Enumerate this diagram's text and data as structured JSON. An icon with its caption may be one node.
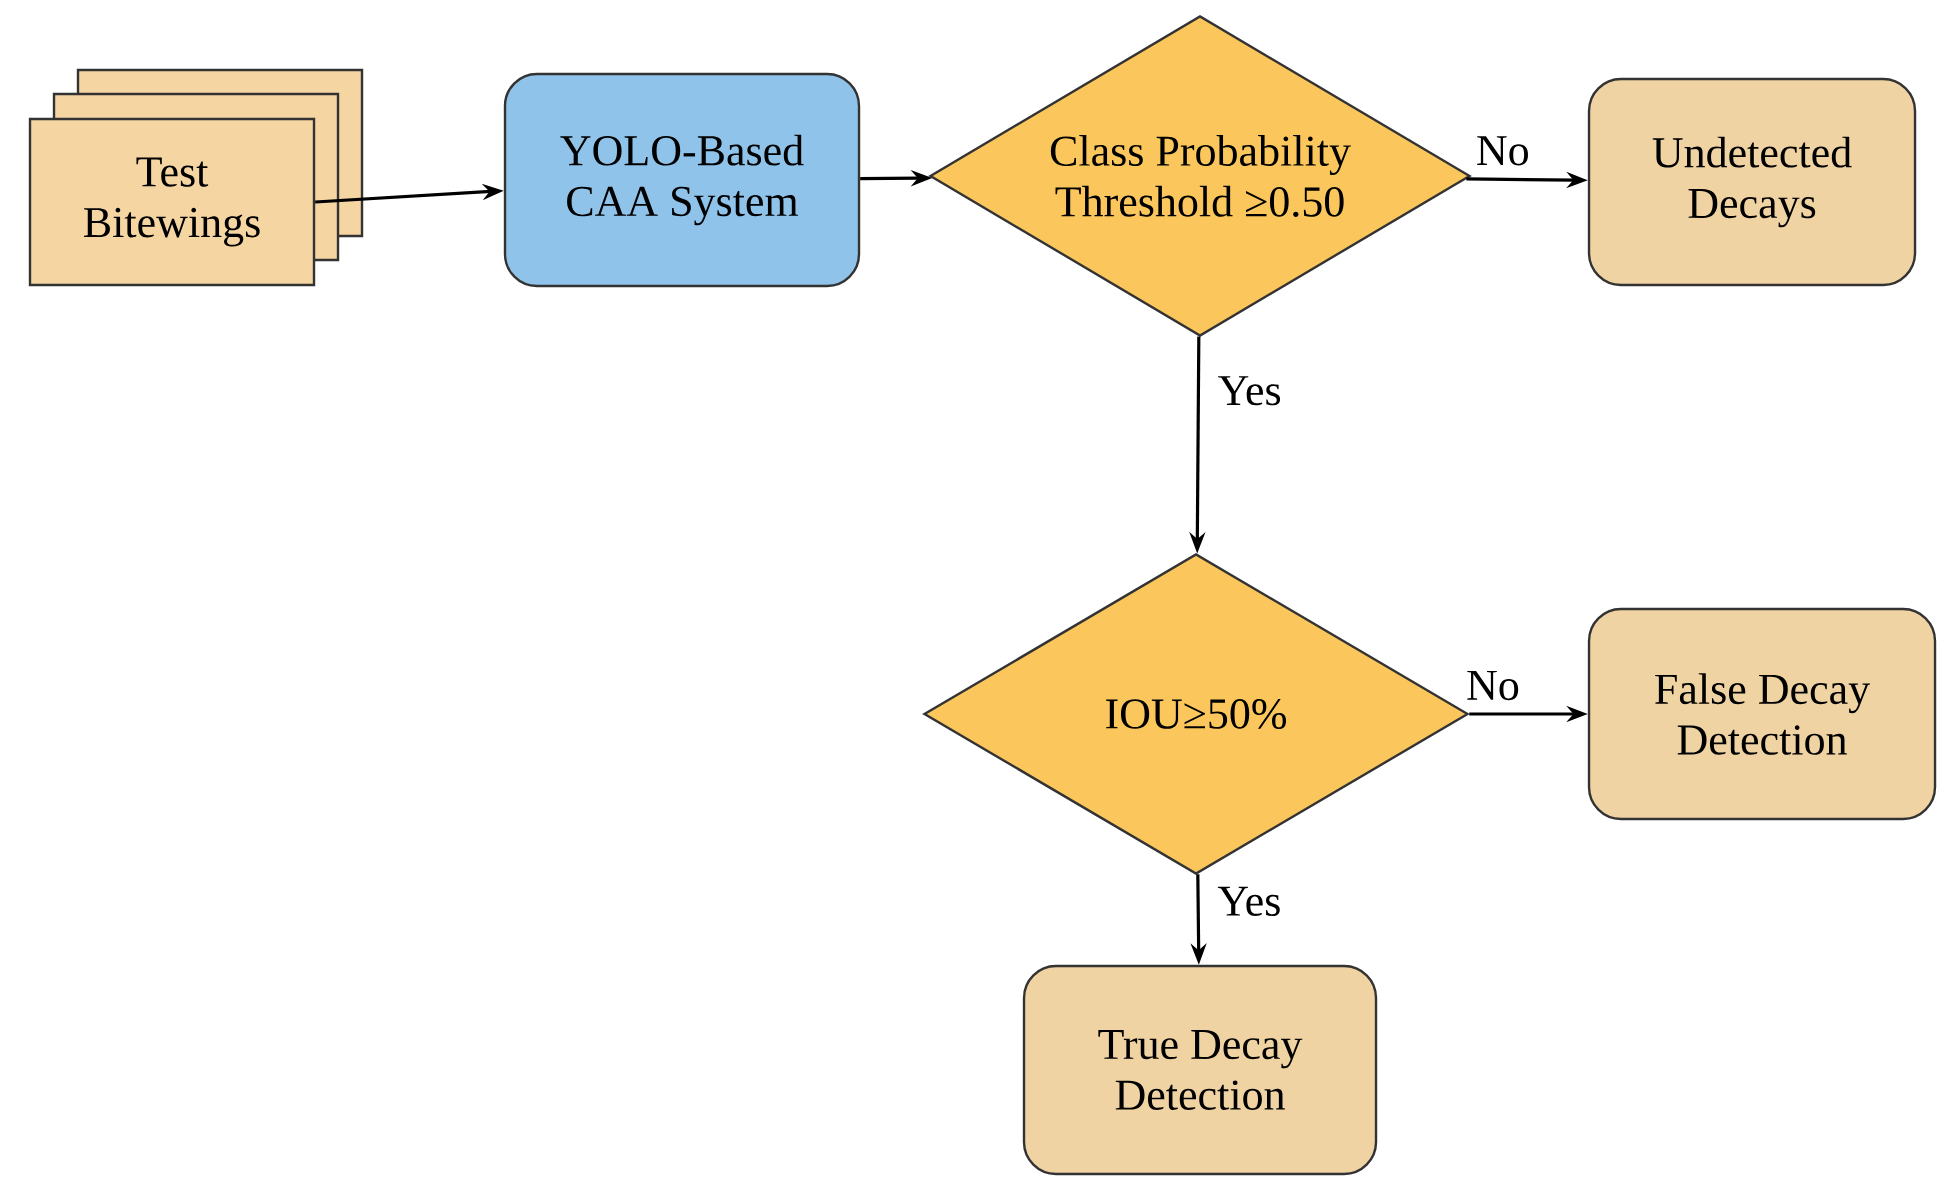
{
  "diagram": {
    "nodes": [
      {
        "text": [
          "Test Bitewings"
        ]
      },
      {
        "text": [
          "YOLO-Based CAA System"
        ]
      },
      {
        "text": [
          "Class Probability Threshold ≥0.50"
        ]
      },
      {
        "text": [
          "Undetected Decays"
        ]
      },
      {
        "text": [
          "IOU≥50%"
        ]
      },
      {
        "text": [
          "False Decay Detection"
        ]
      },
      {
        "text": [
          "True Decay Detection"
        ]
      }
    ],
    "edges": [
      {
        "from": 0,
        "to": 1,
        "arrow": "to"
      },
      {
        "from": 1,
        "to": 2,
        "arrow": "to"
      },
      {
        "from": 2,
        "to": 3,
        "arrow": "to",
        "label": "No"
      },
      {
        "from": 2,
        "to": 4,
        "arrow": "to",
        "label": "Yes"
      },
      {
        "from": 4,
        "to": 5,
        "arrow": "to",
        "label": "No"
      },
      {
        "from": 4,
        "to": 6,
        "arrow": "to",
        "label": "Yes"
      }
    ]
  }
}
